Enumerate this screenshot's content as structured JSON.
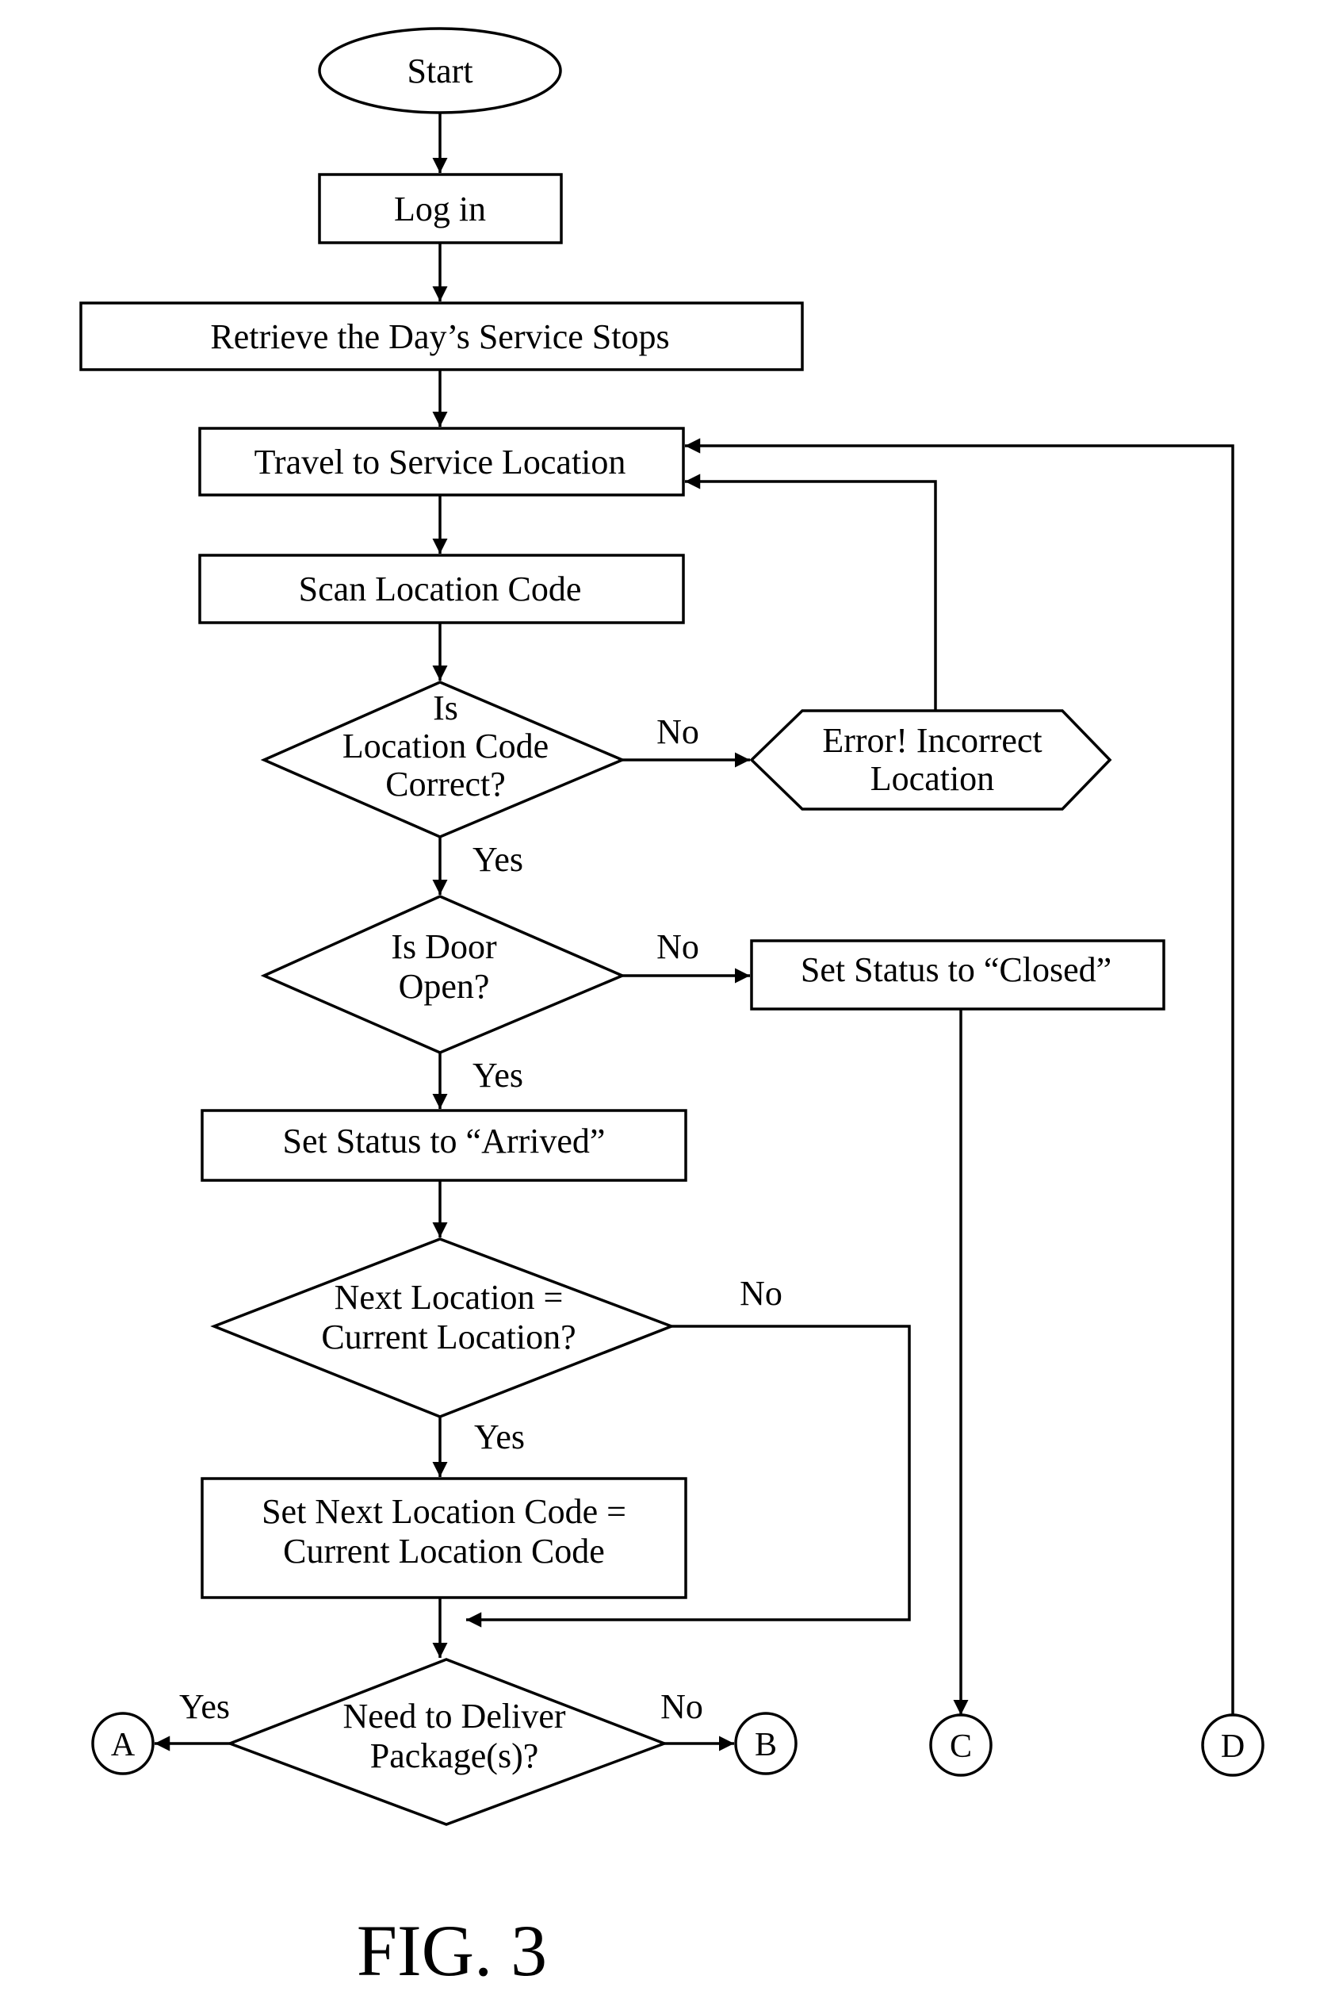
{
  "nodes": {
    "start": "Start",
    "log_in": "Log in",
    "retrieve": "Retrieve the Day’s Service Stops",
    "travel": "Travel to Service Location",
    "scan": "Scan Location Code",
    "is_location_correct": [
      "Is",
      "Location Code",
      "Correct?"
    ],
    "error_incorrect": [
      "Error! Incorrect",
      "Location"
    ],
    "is_door_open": [
      "Is Door",
      "Open?"
    ],
    "set_closed": "Set Status to “Closed”",
    "set_arrived": "Set Status to “Arrived”",
    "next_eq_current": [
      "Next Location =",
      "Current Location?"
    ],
    "set_next_code": [
      "Set Next Location Code =",
      "Current Location Code"
    ],
    "need_deliver": [
      "Need to Deliver",
      "Package(s)?"
    ]
  },
  "edge_labels": {
    "location_no": "No",
    "location_yes": "Yes",
    "door_no": "No",
    "door_yes": "Yes",
    "next_no": "No",
    "next_yes": "Yes",
    "deliver_yes": "Yes",
    "deliver_no": "No"
  },
  "connectors": {
    "a": "A",
    "b": "B",
    "c": "C",
    "d": "D"
  },
  "figure_label": "FIG. 3"
}
